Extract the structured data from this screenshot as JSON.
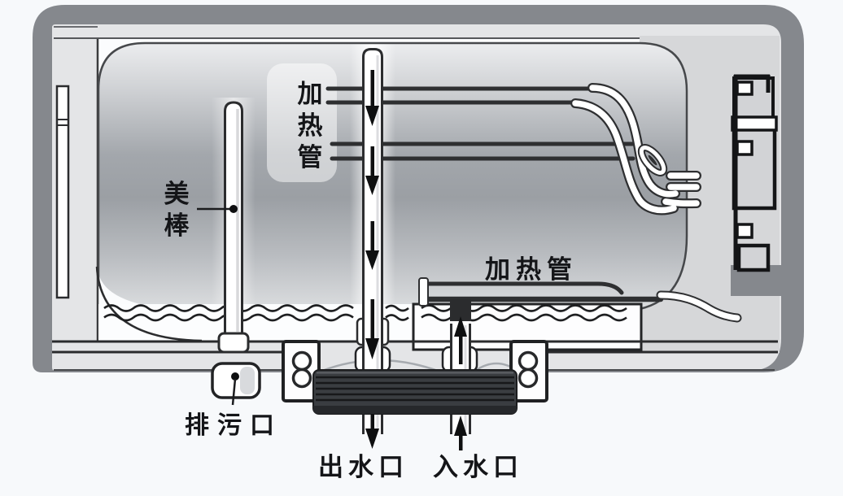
{
  "diagram": {
    "type": "water-heater-cutaway",
    "labels": {
      "heating_tube_upper": "加热管",
      "magnesium_rod": "美棒",
      "heating_tube_lower": "加热管",
      "drain_outlet": "排污口",
      "water_outlet": "出水口",
      "water_inlet": "入水口"
    },
    "colors": {
      "shell_dark": "#85888d",
      "shell_light": "#e4e5e7",
      "tank_mid": "#9b9fa4",
      "outline_dark": "#232426",
      "flange_block": "#3a3d41",
      "background": "#f7f9fb"
    }
  }
}
